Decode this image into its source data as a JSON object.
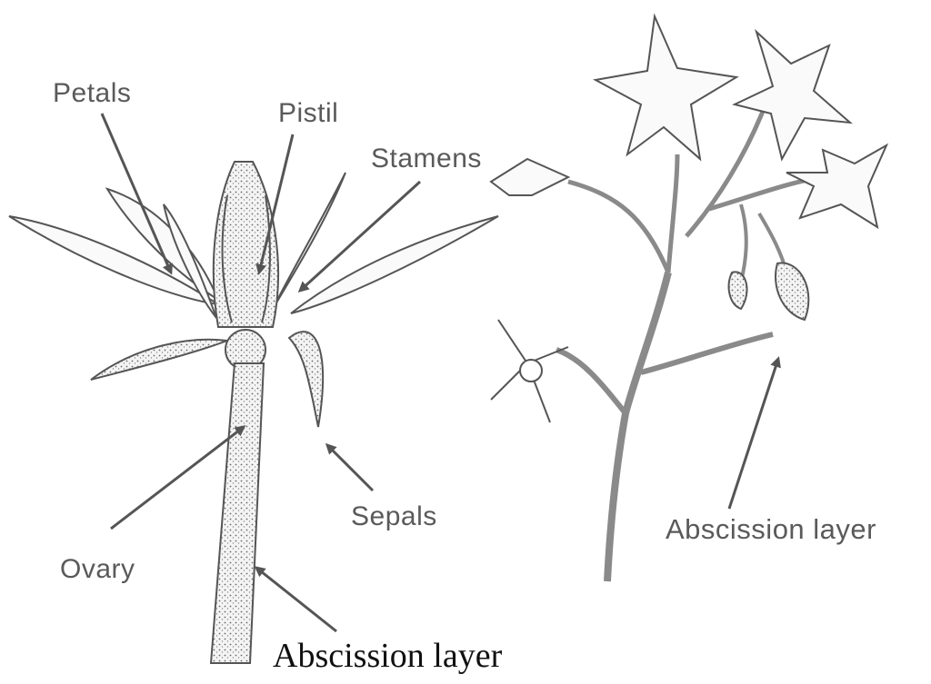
{
  "labels": {
    "petals": "Petals",
    "pistil": "Pistil",
    "stamens": "Stamens",
    "ovary": "Ovary",
    "sepals": "Sepals",
    "abscission_right": "Abscission layer",
    "abscission_bottom": "Abscission layer"
  }
}
